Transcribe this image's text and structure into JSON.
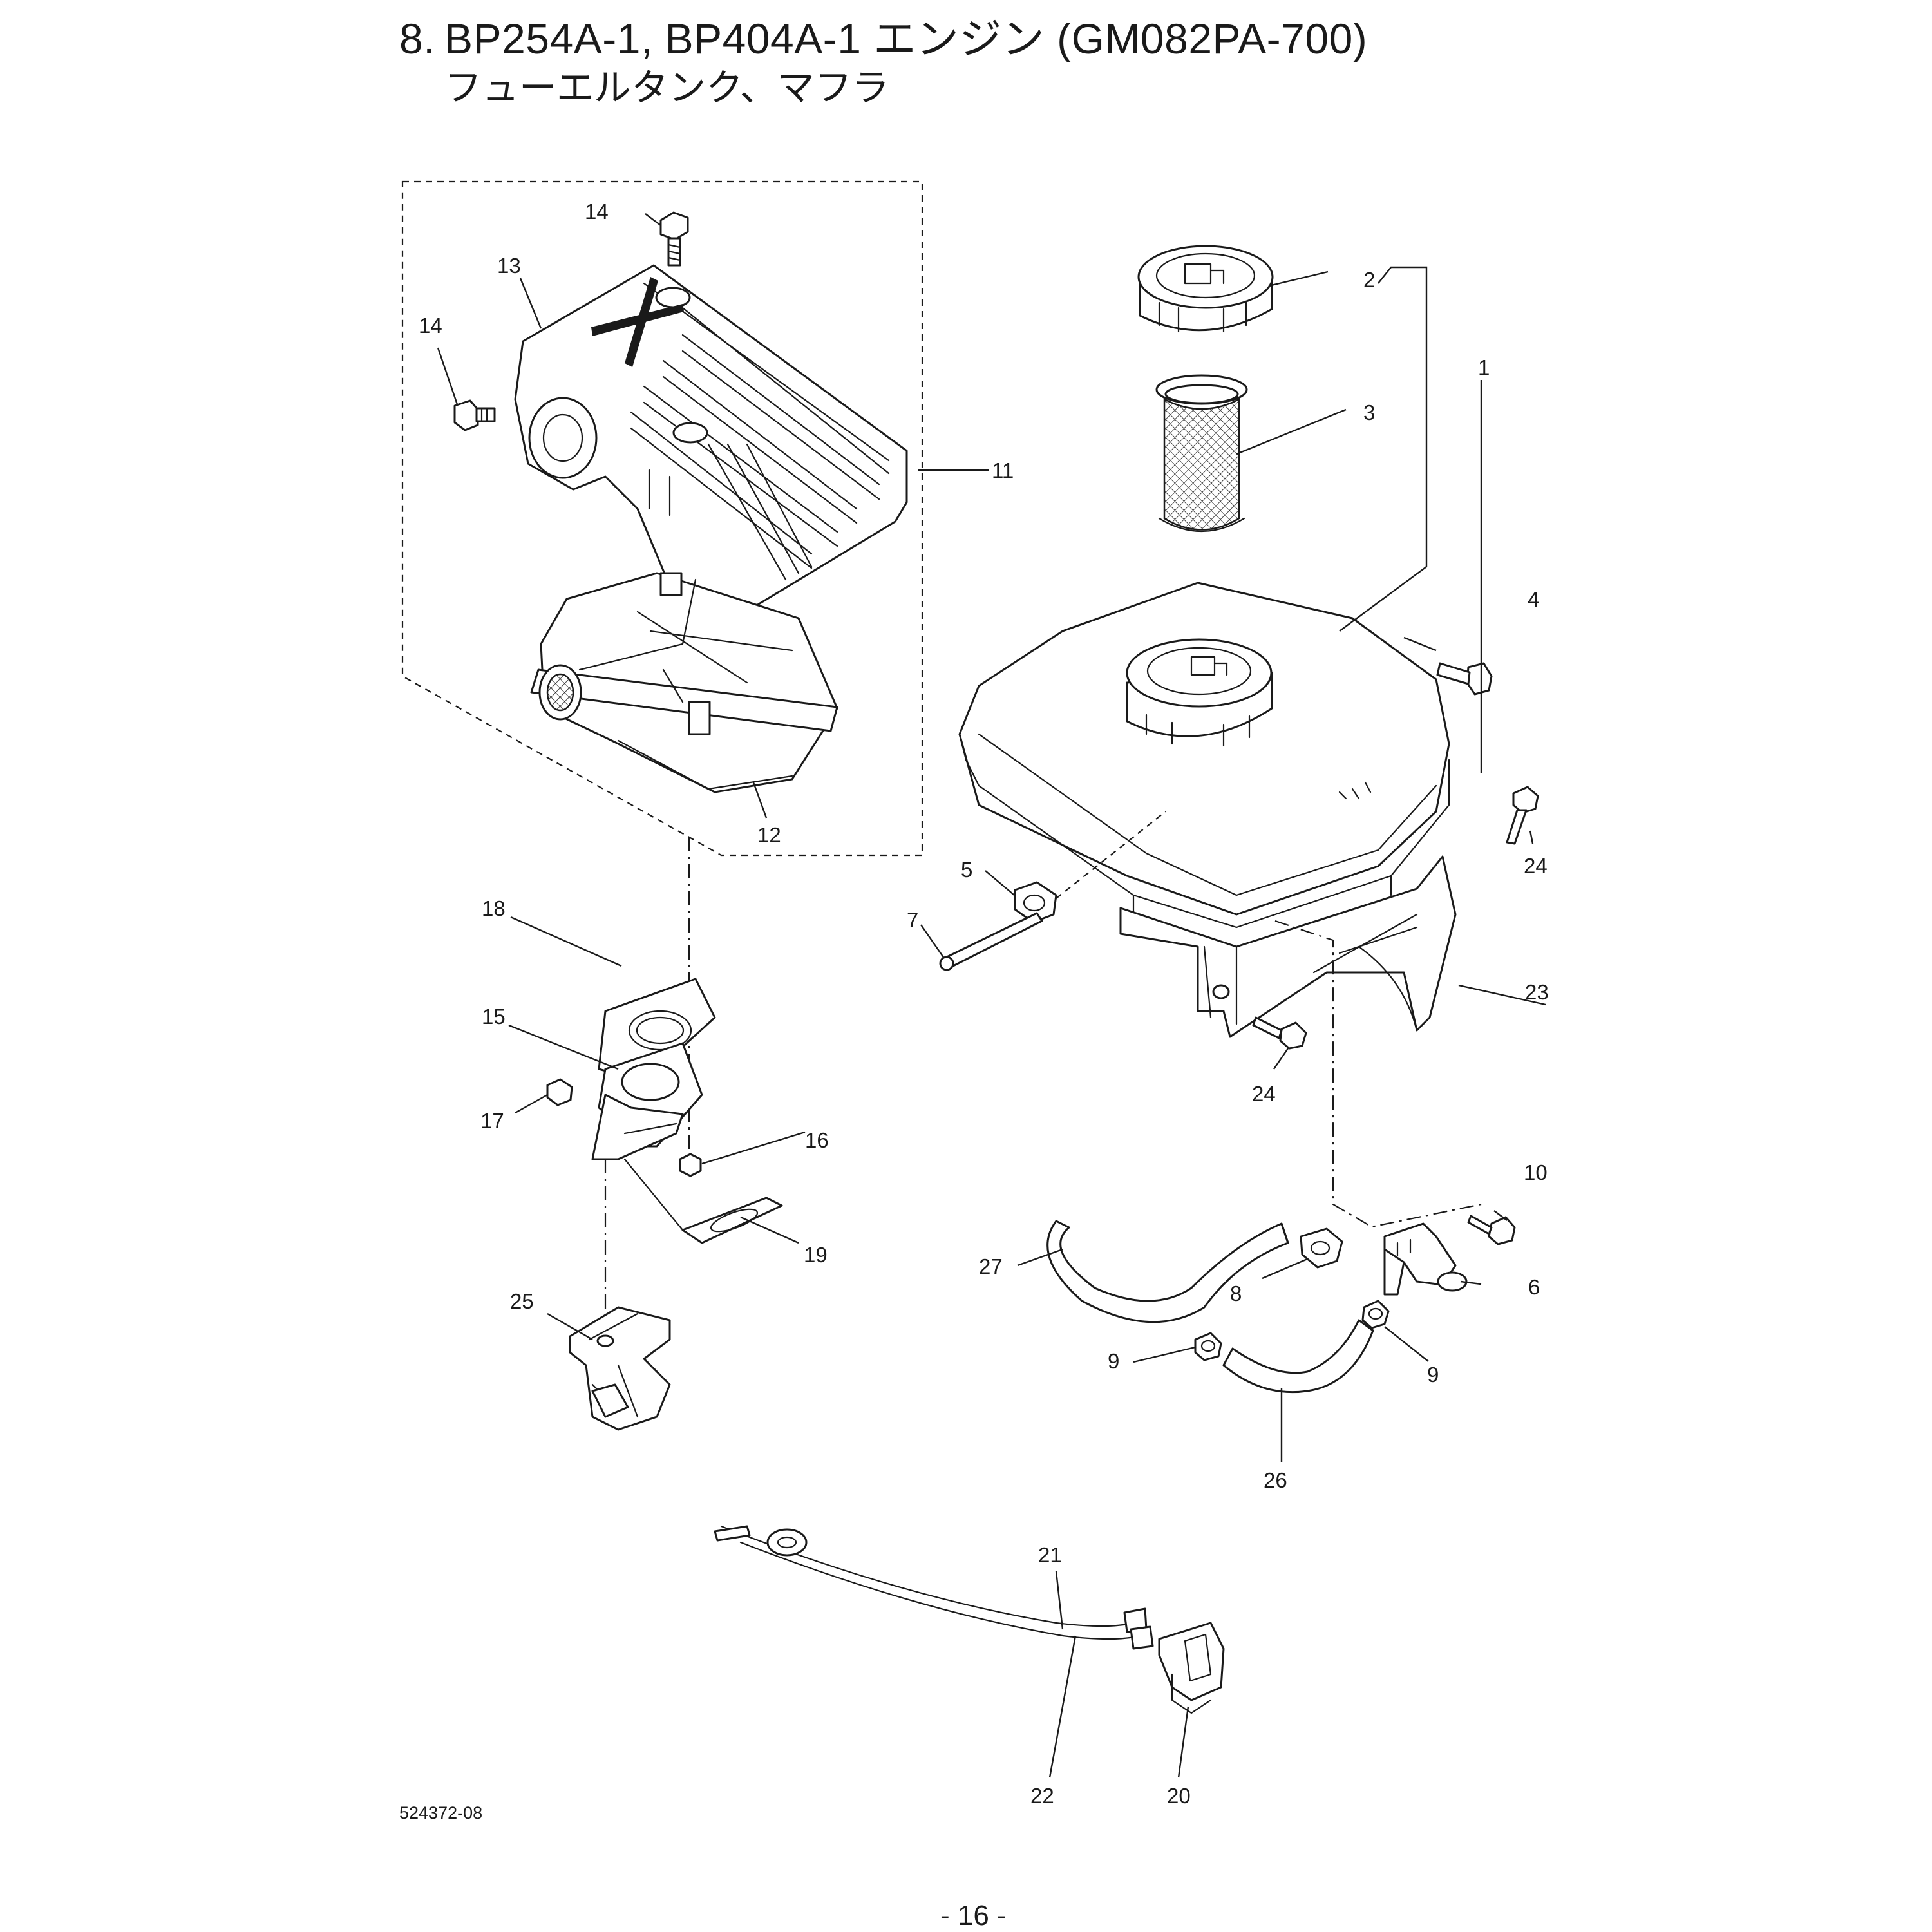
{
  "title": {
    "number": "8.",
    "line1": "BP254A-1, BP404A-1 エンジン (GM082PA-700)",
    "line2": "フューエルタンク、マフラ"
  },
  "callouts": {
    "c1": "1",
    "c2": "2",
    "c3": "3",
    "c4": "4",
    "c5": "5",
    "c6": "6",
    "c7": "7",
    "c8": "8",
    "c9a": "9",
    "c9b": "9",
    "c10": "10",
    "c11": "11",
    "c12": "12",
    "c13": "13",
    "c14a": "14",
    "c14b": "14",
    "c15": "15",
    "c16": "16",
    "c17": "17",
    "c18": "18",
    "c19": "19",
    "c20": "20",
    "c21": "21",
    "c22": "22",
    "c23": "23",
    "c24a": "24",
    "c24b": "24",
    "c25": "25",
    "c26": "26",
    "c27": "27"
  },
  "footer": {
    "doc_code": "524372-08",
    "page_number": "- 16 -"
  }
}
